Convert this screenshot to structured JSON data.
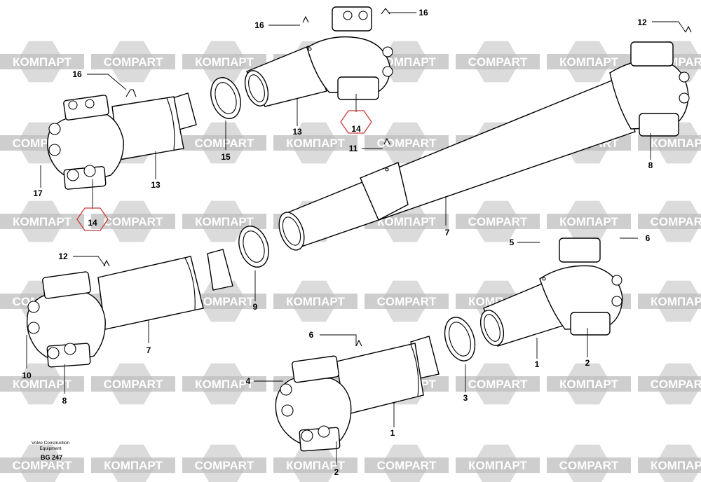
{
  "diagram": {
    "watermark": {
      "latin": "COMPART",
      "cyrillic": "КОМПАРТ",
      "color": "#bdbdbd"
    },
    "callouts": [
      {
        "id": "c16a",
        "text": "16"
      },
      {
        "id": "c16b",
        "text": "16"
      },
      {
        "id": "c16c",
        "text": "16"
      },
      {
        "id": "c12a",
        "text": "12"
      },
      {
        "id": "c12b",
        "text": "12"
      },
      {
        "id": "c14a",
        "text": "14"
      },
      {
        "id": "c14b",
        "text": "14"
      },
      {
        "id": "c13a",
        "text": "13"
      },
      {
        "id": "c13b",
        "text": "13"
      },
      {
        "id": "c15",
        "text": "15"
      },
      {
        "id": "c17",
        "text": "17"
      },
      {
        "id": "c11",
        "text": "11"
      },
      {
        "id": "c8a",
        "text": "8"
      },
      {
        "id": "c8b",
        "text": "8"
      },
      {
        "id": "c7a",
        "text": "7"
      },
      {
        "id": "c7b",
        "text": "7"
      },
      {
        "id": "c9",
        "text": "9"
      },
      {
        "id": "c10",
        "text": "10"
      },
      {
        "id": "c5",
        "text": "5"
      },
      {
        "id": "c6a",
        "text": "6"
      },
      {
        "id": "c6b",
        "text": "6"
      },
      {
        "id": "c1a",
        "text": "1"
      },
      {
        "id": "c1b",
        "text": "1"
      },
      {
        "id": "c2a",
        "text": "2"
      },
      {
        "id": "c2b",
        "text": "2"
      },
      {
        "id": "c3",
        "text": "3"
      },
      {
        "id": "c4",
        "text": "4"
      }
    ],
    "highlight_color": "#c83a3a",
    "publisher": {
      "line1": "Volvo Construction",
      "line2": "Equipment"
    },
    "ref_code": "BG 247"
  }
}
